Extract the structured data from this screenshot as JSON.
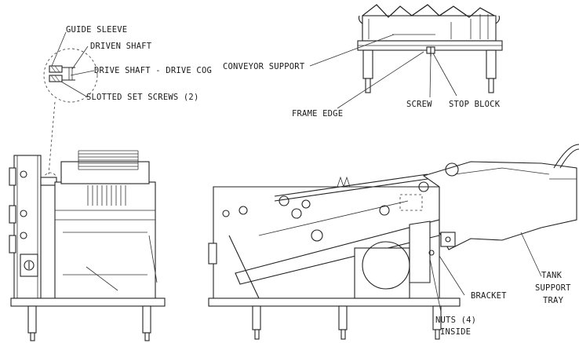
{
  "labels": {
    "guide_sleeve": "GUIDE SLEEVE",
    "driven_shaft": "DRIVEN SHAFT",
    "drive_shaft_cog": "DRIVE SHAFT - DRIVE COG",
    "slotted_set_screws": "SLOTTED SET SCREWS (2)",
    "conveyor_support": "CONVEYOR SUPPORT",
    "frame_edge": "FRAME EDGE",
    "screw": "SCREW",
    "stop_block": "STOP BLOCK",
    "bracket": "BRACKET",
    "tank_support_tray_line1": "TANK",
    "tank_support_tray_line2": "SUPPORT",
    "tank_support_tray_line3": "TRAY",
    "nuts_line1": "NUTS (4)",
    "nuts_line2": "INSIDE"
  },
  "colors": {
    "ink": "#222222",
    "paper": "#ffffff"
  }
}
